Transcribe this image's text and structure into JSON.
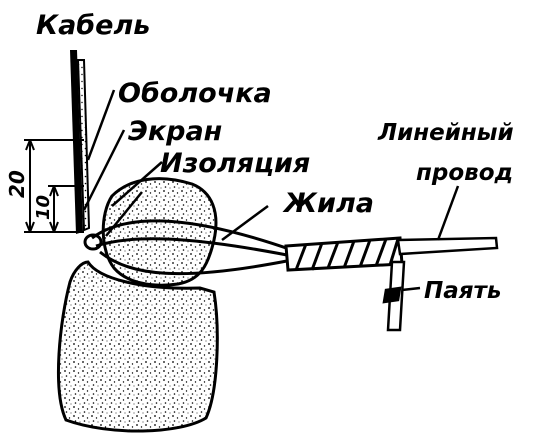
{
  "labels": {
    "cable": "Кабель",
    "sheath": "Оболочка",
    "screen": "Экран",
    "insulation": "Изоляция",
    "core": "Жила",
    "line_wire_1": "Линейный",
    "line_wire_2": "провод",
    "solder": "Паять",
    "dim_20": "20",
    "dim_10": "10"
  },
  "colors": {
    "ink": "#000000",
    "paper": "#ffffff"
  }
}
